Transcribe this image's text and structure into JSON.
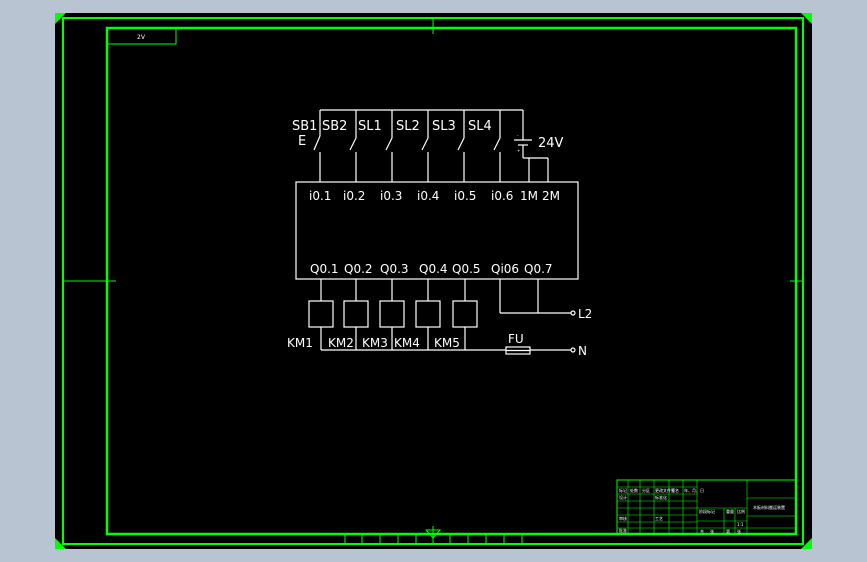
{
  "drawing": {
    "tag": "2V",
    "title_block_name": "木板材料搬运装置"
  },
  "inputs": [
    {
      "label": "SB1",
      "pin": "i0.1"
    },
    {
      "label": "SB2",
      "pin": "i0.2"
    },
    {
      "label": "SL1",
      "pin": "i0.3"
    },
    {
      "label": "SL2",
      "pin": "i0.4"
    },
    {
      "label": "SL3",
      "pin": "i0.5"
    },
    {
      "label": "SL4",
      "pin": "i0.6"
    }
  ],
  "sb1_suffix": "E",
  "common_pins": [
    "1M",
    "2M"
  ],
  "supply_label": "24V",
  "outputs": [
    {
      "pin": "Q0.1",
      "coil": "KM1"
    },
    {
      "pin": "Q0.2",
      "coil": "KM2"
    },
    {
      "pin": "Q0.3",
      "coil": "KM3"
    },
    {
      "pin": "Q0.4",
      "coil": "KM4"
    },
    {
      "pin": "Q0.5",
      "coil": "KM5"
    }
  ],
  "extra_outputs": [
    "Qi06",
    "Q0.7"
  ],
  "fuse_label": "FU",
  "terminals": {
    "line": "L2",
    "neutral": "N"
  },
  "title_block": {
    "cells": [
      "标记",
      "处数",
      "分区",
      "更改文件号",
      "签名",
      "年、月、日",
      "设计",
      "标准化",
      "阶段标记",
      "重量",
      "比例",
      "审核",
      "工艺",
      "批准",
      "共",
      "张",
      "第",
      "张"
    ],
    "scale": "1:1"
  },
  "colors": {
    "frame": "#00ff00",
    "wire": "#ffffff",
    "background": "#000000"
  }
}
